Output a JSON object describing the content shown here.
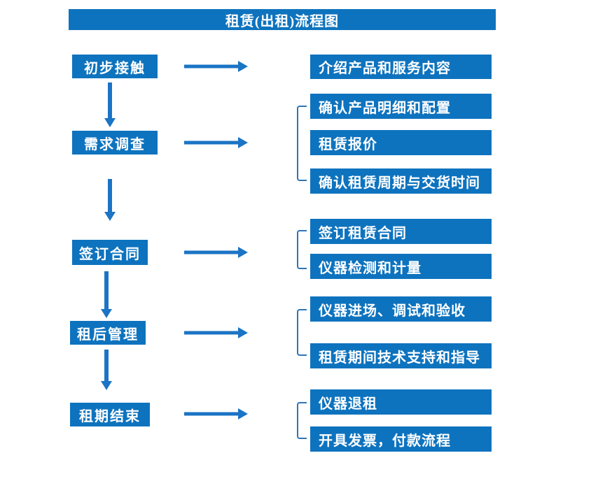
{
  "flow": {
    "title": "租赁(出租)流程图",
    "stages": [
      {
        "step": "初步接触",
        "details": [
          "介绍产品和服务内容"
        ]
      },
      {
        "step": "需求调查",
        "details": [
          "确认产品明细和配置",
          "租赁报价",
          "确认租赁周期与交货时间"
        ]
      },
      {
        "step": "签订合同",
        "details": [
          "签订租赁合同",
          "仪器检测和计量"
        ]
      },
      {
        "step": "租后管理",
        "details": [
          "仪器进场、调试和验收",
          "租赁期间技术支持和指导"
        ]
      },
      {
        "step": "租期结束",
        "details": [
          "仪器退租",
          "开具发票，付款流程"
        ]
      }
    ]
  },
  "colors": {
    "box_blue": "#0E73BE",
    "arrow_blue": "#1B74C4",
    "bracket_blue": "#2E75B6",
    "text_white": "#FFFFFF",
    "background": "#FFFFFF"
  }
}
